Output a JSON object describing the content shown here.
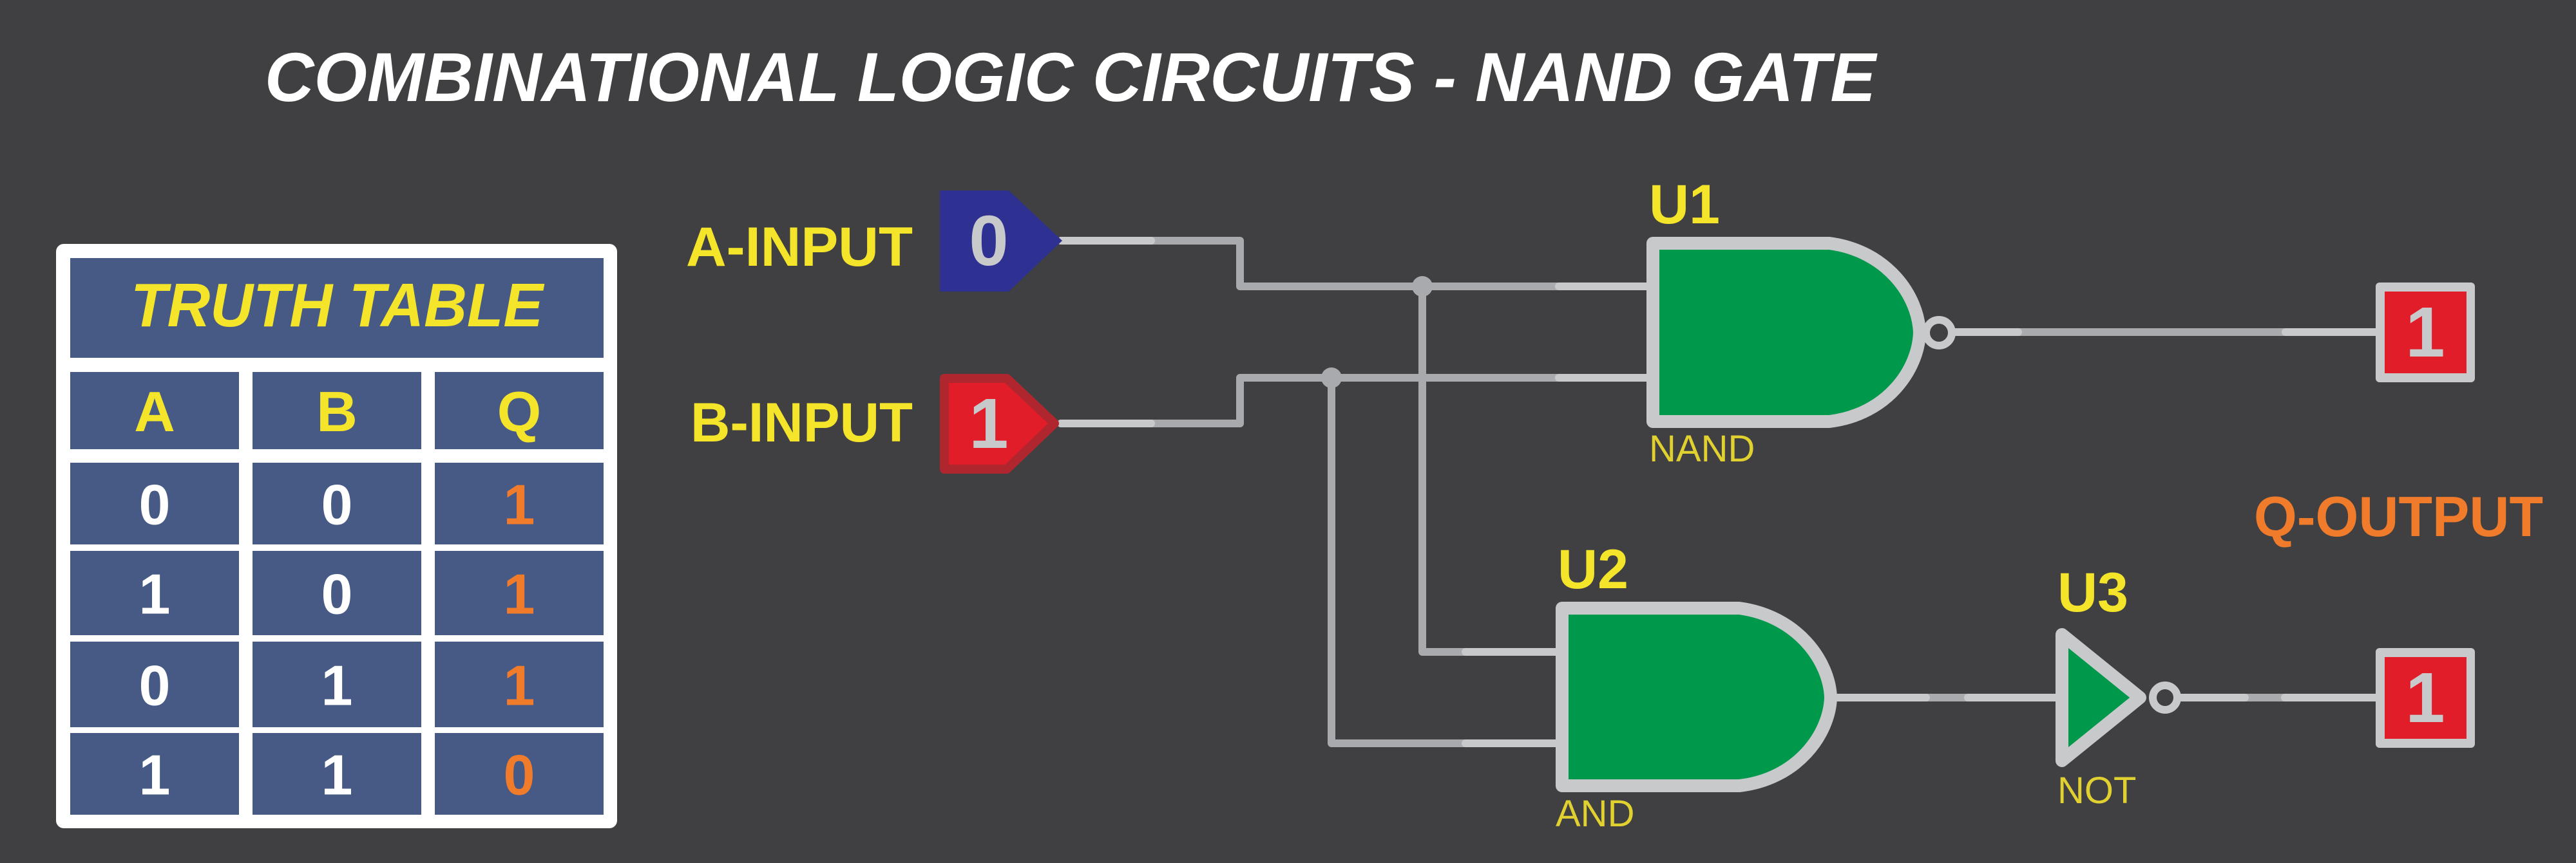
{
  "title": "COMBINATIONAL LOGIC CIRCUITS - NAND GATE",
  "colors": {
    "background": "#404042",
    "title": "#ffffff",
    "label_yellow": "#f5e52a",
    "output_orange": "#f07b2b",
    "gate_green": "#00984a",
    "gate_outline": "#c8c9cb",
    "wire": "#a9aaae",
    "table_cell": "#475a85",
    "input_low": "#2e3192",
    "input_high": "#e11d2a",
    "output_high": "#e11d2a"
  },
  "truth_table": {
    "title": "TRUTH TABLE",
    "headers": [
      "A",
      "B",
      "Q"
    ],
    "rows": [
      [
        "0",
        "0",
        "1"
      ],
      [
        "1",
        "0",
        "1"
      ],
      [
        "0",
        "1",
        "1"
      ],
      [
        "1",
        "1",
        "0"
      ]
    ]
  },
  "inputs": [
    {
      "label": "A-INPUT",
      "value": "0",
      "state": "low"
    },
    {
      "label": "B-INPUT",
      "value": "1",
      "state": "high"
    }
  ],
  "gates": [
    {
      "ref": "U1",
      "type": "NAND"
    },
    {
      "ref": "U2",
      "type": "AND"
    },
    {
      "ref": "U3",
      "type": "NOT"
    }
  ],
  "outputs": {
    "label": "Q-OUTPUT",
    "probes": [
      {
        "source": "U1",
        "value": "1"
      },
      {
        "source": "U3",
        "value": "1"
      }
    ]
  }
}
